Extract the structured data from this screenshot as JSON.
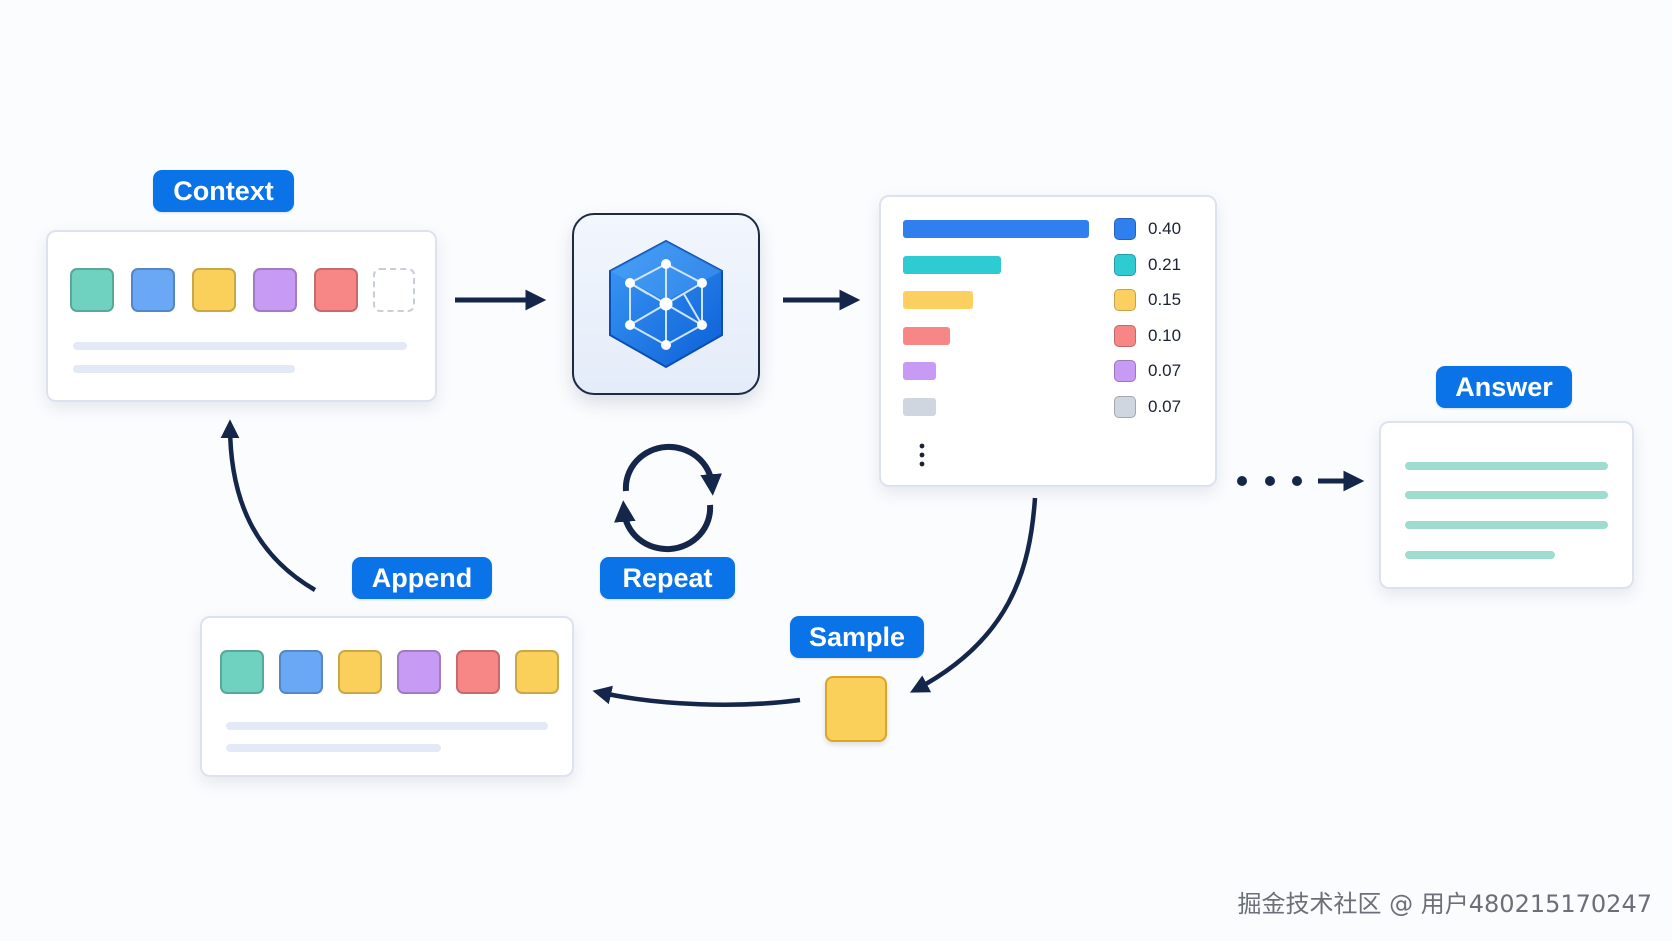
{
  "labels": {
    "context": "Context",
    "append": "Append",
    "repeat": "Repeat",
    "sample": "Sample",
    "answer": "Answer"
  },
  "context_tokens": [
    "#6fd1bf",
    "#6aa8f6",
    "#fbd05a",
    "#c79bf4",
    "#f78686"
  ],
  "append_tokens": [
    "#6fd1bf",
    "#6aa8f6",
    "#fbd05a",
    "#c79bf4",
    "#f78686",
    "#fbd05a"
  ],
  "distribution": [
    {
      "value": 0.4,
      "label": "0.40",
      "color": "#2f7fef"
    },
    {
      "value": 0.21,
      "label": "0.21",
      "color": "#2fcbd3"
    },
    {
      "value": 0.15,
      "label": "0.15",
      "color": "#fcd060"
    },
    {
      "value": 0.1,
      "label": "0.10",
      "color": "#f78686"
    },
    {
      "value": 0.07,
      "label": "0.07",
      "color": "#c79bf4"
    },
    {
      "value": 0.07,
      "label": "0.07",
      "color": "#cfd6e0"
    }
  ],
  "sampled_token_color": "#fbd05a",
  "colors": {
    "accent": "#0a73e8",
    "arrow": "#14264a"
  },
  "icons": {
    "model": "hexagon-network-icon",
    "repeat": "repeat-cycle-icon"
  },
  "watermark": "掘金技术社区 @ 用户480215170247"
}
